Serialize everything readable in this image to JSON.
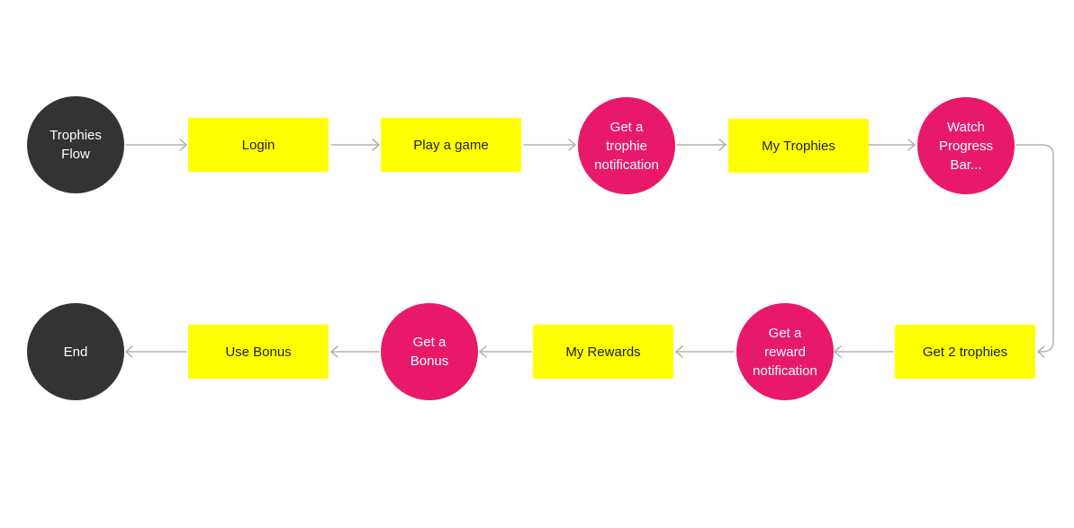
{
  "nodes": {
    "start": {
      "label": "Trophies\nFlow",
      "shape": "circle",
      "color": "#333333"
    },
    "login": {
      "label": "Login",
      "shape": "rectangle",
      "color": "#ffff00"
    },
    "play": {
      "label": "Play a game",
      "shape": "rectangle",
      "color": "#ffff00"
    },
    "trophie_notification": {
      "label": "Get a\ntrophie\nnotification",
      "shape": "circle",
      "color": "#e8196a"
    },
    "my_trophies": {
      "label": "My Trophies",
      "shape": "rectangle",
      "color": "#ffff00"
    },
    "progress": {
      "label": "Watch\nProgress\nBar...",
      "shape": "circle",
      "color": "#e8196a"
    },
    "two_trophies": {
      "label": "Get 2 trophies",
      "shape": "rectangle",
      "color": "#ffff00"
    },
    "reward_notification": {
      "label": "Get a\nreward\nnotification",
      "shape": "circle",
      "color": "#e8196a"
    },
    "my_rewards": {
      "label": "My Rewards",
      "shape": "rectangle",
      "color": "#ffff00"
    },
    "bonus": {
      "label": "Get a\nBonus",
      "shape": "circle",
      "color": "#e8196a"
    },
    "use_bonus": {
      "label": "Use Bonus",
      "shape": "rectangle",
      "color": "#ffff00"
    },
    "end": {
      "label": "End",
      "shape": "circle",
      "color": "#333333"
    }
  },
  "edges": [
    {
      "from": "start",
      "to": "login"
    },
    {
      "from": "login",
      "to": "play"
    },
    {
      "from": "play",
      "to": "trophie_notification"
    },
    {
      "from": "trophie_notification",
      "to": "my_trophies"
    },
    {
      "from": "my_trophies",
      "to": "progress"
    },
    {
      "from": "progress",
      "to": "two_trophies"
    },
    {
      "from": "two_trophies",
      "to": "reward_notification"
    },
    {
      "from": "reward_notification",
      "to": "my_rewards"
    },
    {
      "from": "my_rewards",
      "to": "bonus"
    },
    {
      "from": "bonus",
      "to": "use_bonus"
    },
    {
      "from": "use_bonus",
      "to": "end"
    }
  ],
  "connector_color": "#b3b3b3"
}
